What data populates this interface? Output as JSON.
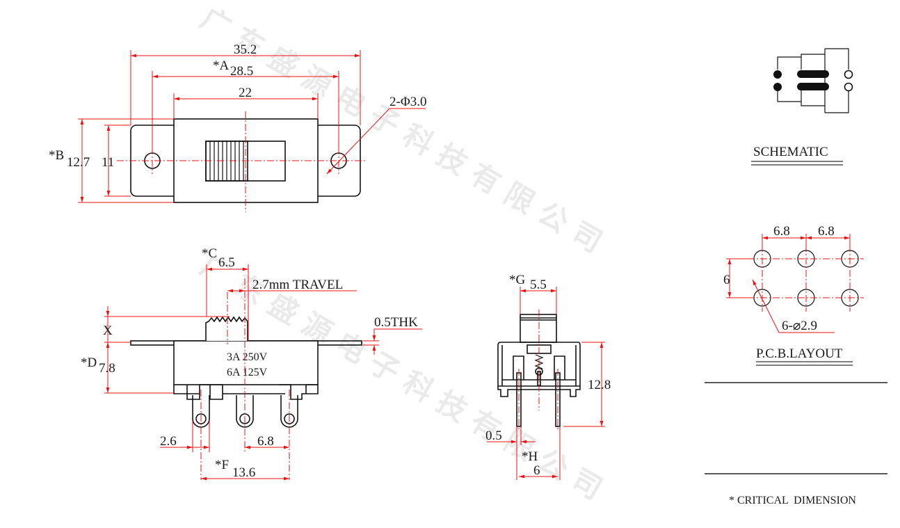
{
  "watermark": "广东盛源电子科技有限公司",
  "top_view": {
    "dim_overall": "35.2",
    "dim_a_label": "*A",
    "dim_a": "28.5",
    "dim_body": "22",
    "dim_holes": "2-Φ3.0",
    "dim_b_label": "*B",
    "dim_b": "12.7",
    "dim_inner": "11"
  },
  "front_view": {
    "dim_c_label": "*C",
    "dim_c": "6.5",
    "travel": "2.7mm TRAVEL",
    "dim_x_label": "X",
    "thickness": "0.5THK",
    "dim_d_label": "*D",
    "dim_d": "7.8",
    "rating_1": "3A 250V",
    "rating_2": "6A 125V",
    "dim_lug": "2.6",
    "dim_pitch": "6.8",
    "dim_f_label": "*F",
    "dim_f": "13.6"
  },
  "side_view": {
    "dim_g_label": "*G",
    "dim_g": "5.5",
    "dim_height": "12.8",
    "dim_pin": "0.5",
    "dim_h_label": "*H",
    "dim_h": "6"
  },
  "schematic": {
    "title": "SCHEMATIC"
  },
  "pcb_layout": {
    "title": "P.C.B.LAYOUT",
    "pitch_1": "6.8",
    "pitch_2": "6.8",
    "row_spacing": "6",
    "holes": "6-⌀2.9"
  },
  "note": "* CRITICAL  DIMENSION",
  "colors": {
    "dimension": "#f01010",
    "outline": "#111111"
  }
}
